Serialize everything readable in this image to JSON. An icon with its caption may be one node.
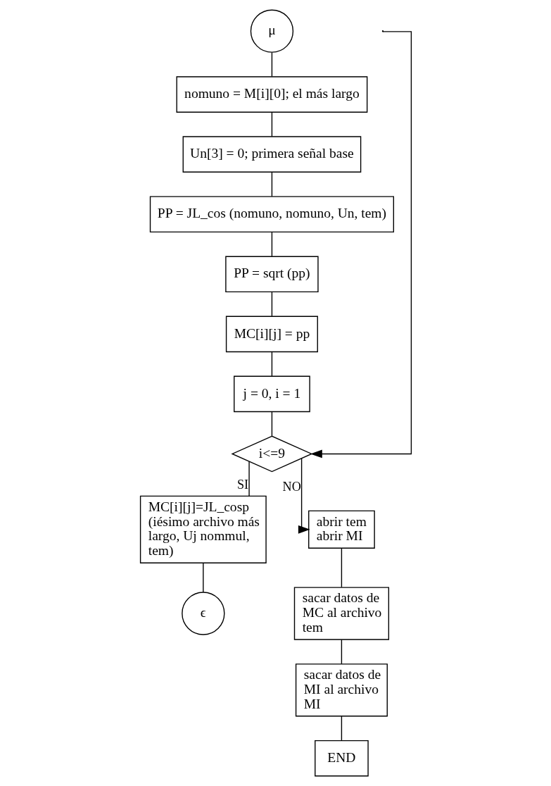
{
  "diagram": {
    "nodes": [
      {
        "text": [
          "μ"
        ]
      },
      {
        "text": [
          "nomuno = M[i][0]; el más largo"
        ]
      },
      {
        "text": [
          "Un[3] = 0; primera señal base"
        ]
      },
      {
        "text": [
          "PP = JL_cos (nomuno, nomuno, Un, tem)"
        ]
      },
      {
        "text": [
          "PP = sqrt (pp)"
        ]
      },
      {
        "text": [
          "MC[i][j] = pp"
        ]
      },
      {
        "text": [
          "j = 0, i = 1"
        ]
      },
      {
        "text": [
          "i<=9"
        ]
      },
      {
        "text": [
          "MC[i][j]=JL_cosp (iésimo archivo más largo, Uj nommul, tem)"
        ]
      },
      {
        "text": [
          "ϵ"
        ]
      },
      {
        "text": [
          "abrir tem",
          "abrir MI"
        ]
      },
      {
        "text": [
          "sacar datos de MC al archivo tem"
        ]
      },
      {
        "text": [
          "sacar datos de MI al archivo MI"
        ]
      },
      {
        "text": [
          "END"
        ]
      }
    ],
    "edges": [
      {
        "from": 0,
        "to": 1,
        "arrow": "none"
      },
      {
        "from": 1,
        "to": 2,
        "arrow": "none"
      },
      {
        "from": 2,
        "to": 3,
        "arrow": "none"
      },
      {
        "from": 3,
        "to": 4,
        "arrow": "none"
      },
      {
        "from": 4,
        "to": 5,
        "arrow": "none"
      },
      {
        "from": 5,
        "to": 6,
        "arrow": "none"
      },
      {
        "from": 6,
        "to": 7,
        "arrow": "none"
      },
      {
        "from": 7,
        "to": 8,
        "arrow": "none",
        "label": "SI"
      },
      {
        "from": 8,
        "to": 9,
        "arrow": "none"
      },
      {
        "from": 7,
        "to": 10,
        "arrow": "to",
        "label": "NO"
      },
      {
        "from": 10,
        "to": 11,
        "arrow": "none"
      },
      {
        "from": 11,
        "to": 12,
        "arrow": "none"
      },
      {
        "from": 12,
        "to": 13,
        "arrow": "none"
      },
      {
        "from": null,
        "to": 7,
        "arrow": "to"
      }
    ]
  }
}
